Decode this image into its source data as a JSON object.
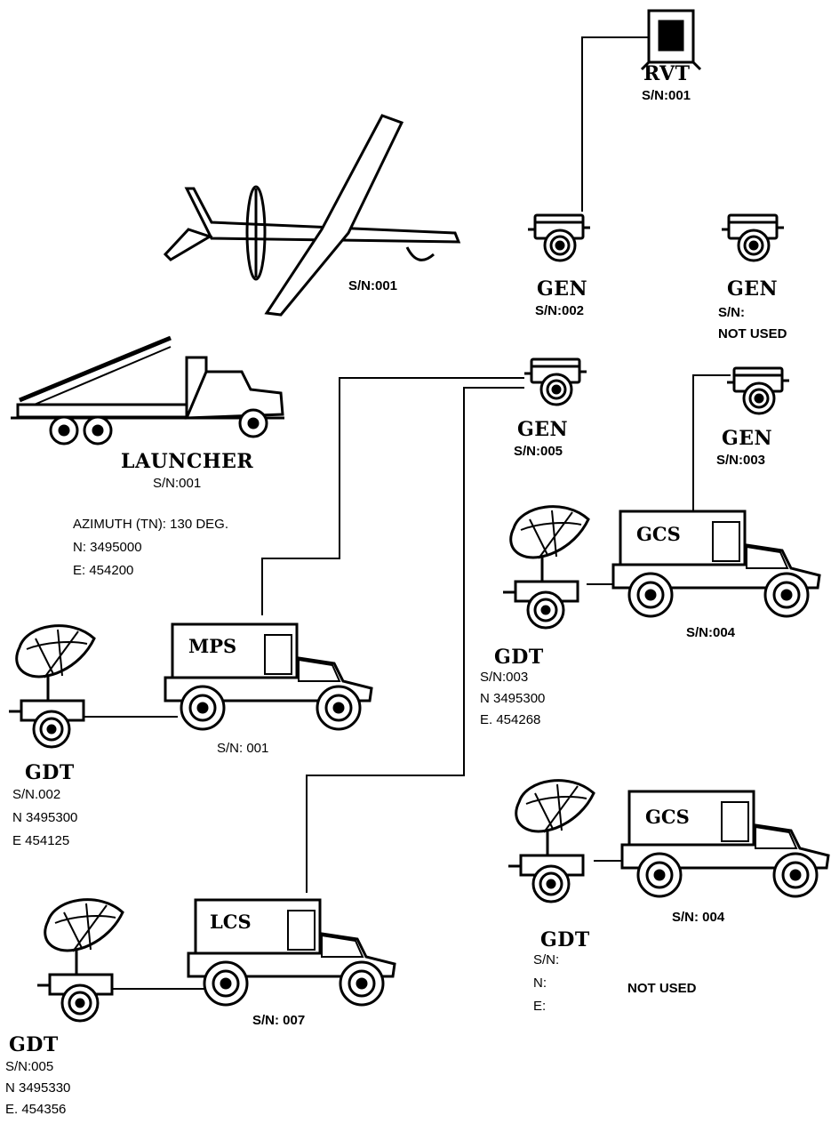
{
  "rvt": {
    "title": "RVT",
    "sn": "S/N:001",
    "icon": "rvt-terminal-icon"
  },
  "uav": {
    "sn": "S/N:001",
    "icon": "uav-aircraft-icon"
  },
  "gen_002": {
    "title": "GEN",
    "sn": "S/N:002",
    "icon": "generator-trailer-icon"
  },
  "gen_unused": {
    "title": "GEN",
    "sn": "S/N:",
    "note": "NOT USED",
    "icon": "generator-trailer-icon"
  },
  "launcher": {
    "title": "LAUNCHER",
    "sn": "S/N:001",
    "azimuth": "AZIMUTH (TN):  130  DEG.",
    "north": "N:  3495000",
    "east": "E:  454200",
    "icon": "launcher-truck-icon"
  },
  "gen_005": {
    "title": "GEN",
    "sn": "S/N:005",
    "icon": "generator-trailer-icon"
  },
  "gen_003": {
    "title": "GEN",
    "sn": "S/N:003",
    "icon": "generator-trailer-icon"
  },
  "gcs_004": {
    "box": "GCS",
    "sn": "S/N:004",
    "icon": "humvee-shelter-icon"
  },
  "gdt_003": {
    "title": "GDT",
    "sn": "S/N:003",
    "north": "N  3495300",
    "east": "E.  454268",
    "icon": "antenna-trailer-icon"
  },
  "mps": {
    "box": "MPS",
    "sn": "S/N: 001",
    "icon": "humvee-shelter-icon"
  },
  "gdt_002": {
    "title": "GDT",
    "sn": "S/N.002",
    "north": "N  3495300",
    "east": "E  454125",
    "icon": "antenna-trailer-icon"
  },
  "gcs_unused": {
    "box": "GCS",
    "sn": "S/N: 004",
    "icon": "humvee-shelter-icon"
  },
  "gdt_unused": {
    "title": "GDT",
    "sn": "S/N:",
    "north": "N:",
    "east": "E:",
    "note": "NOT USED",
    "icon": "antenna-trailer-icon"
  },
  "lcs": {
    "box": "LCS",
    "sn": "S/N: 007",
    "icon": "humvee-shelter-icon"
  },
  "gdt_005": {
    "title": "GDT",
    "sn": "S/N:005",
    "north": "N  3495330",
    "east": "E.  454356",
    "icon": "antenna-trailer-icon"
  }
}
